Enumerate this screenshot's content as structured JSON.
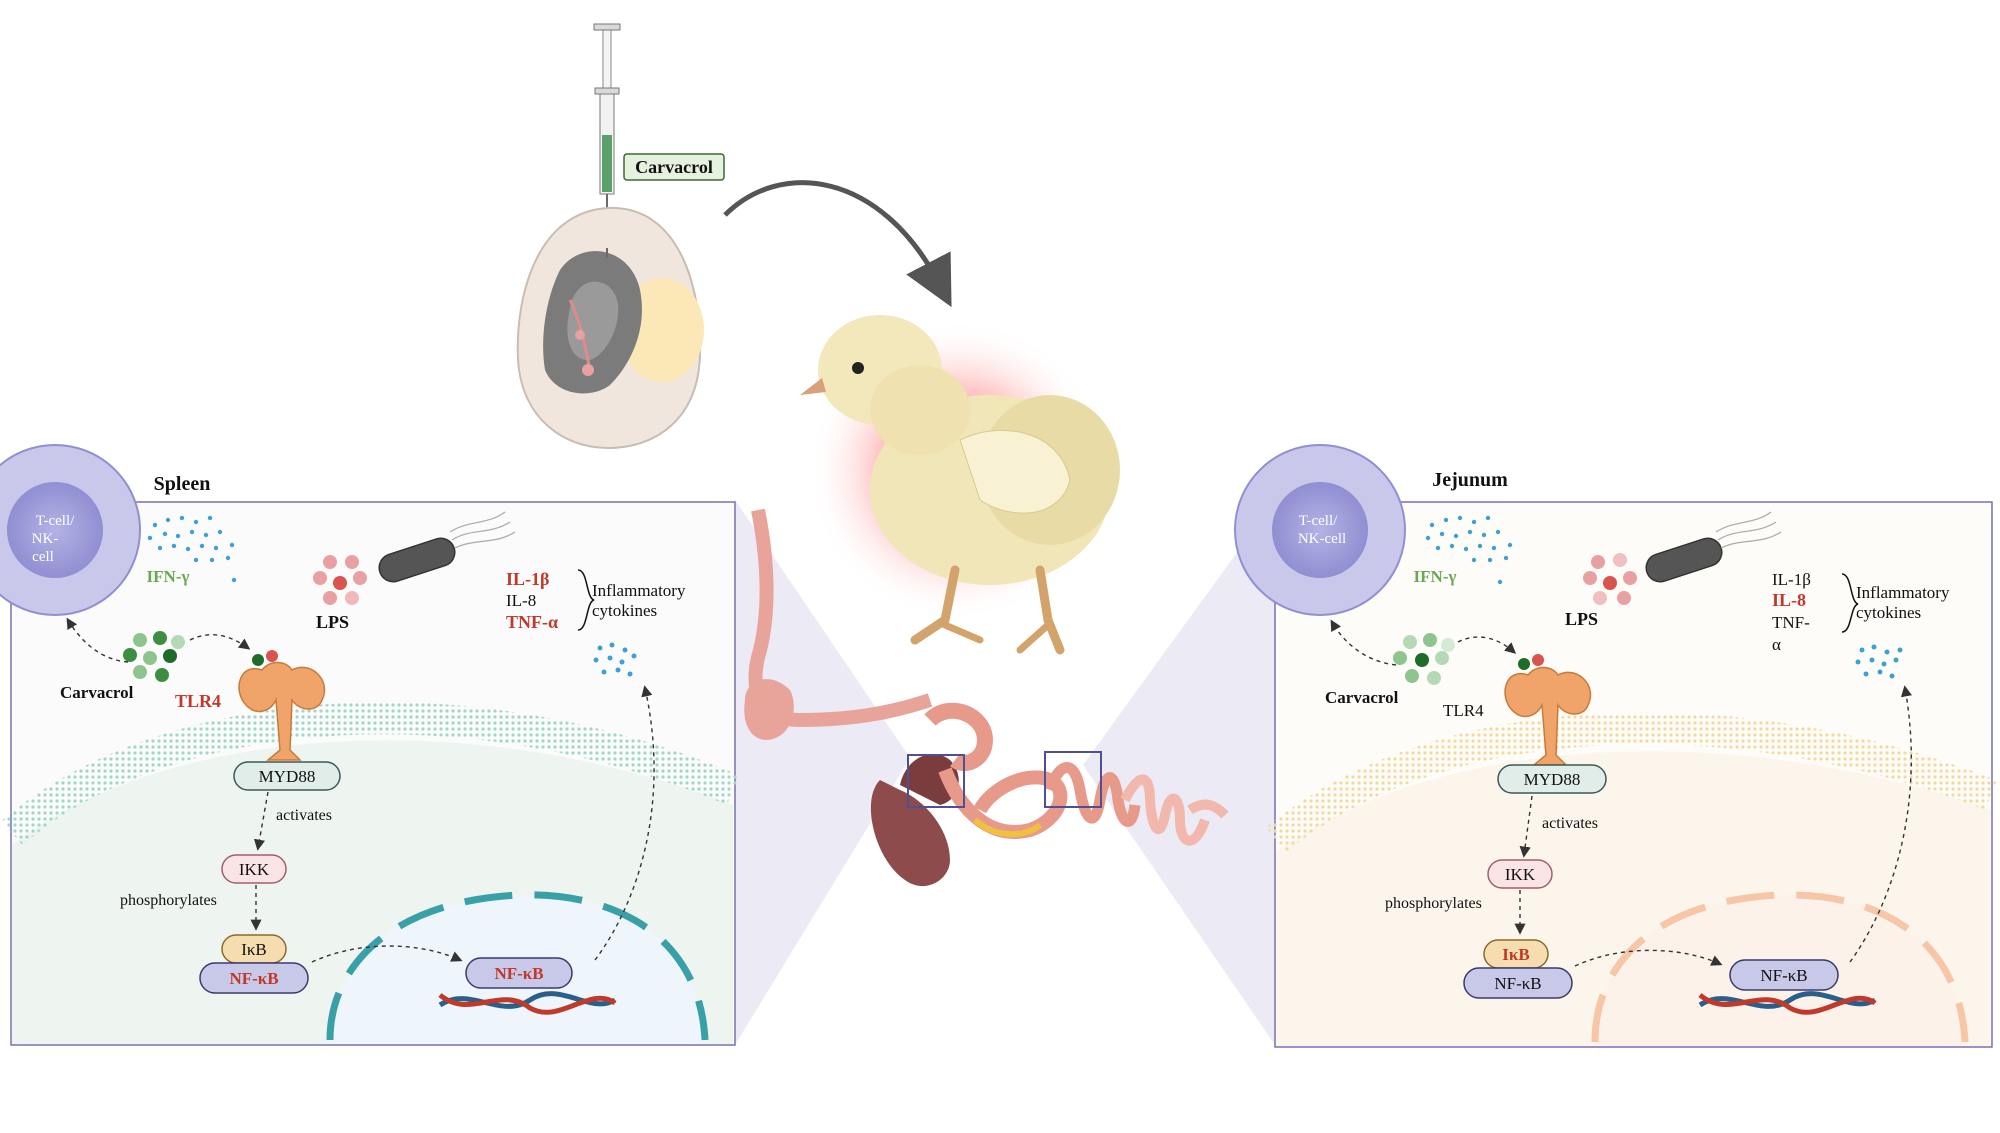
{
  "injection": {
    "label": "Carvacrol"
  },
  "spleen": {
    "title": "Spleen",
    "cell_label": [
      "T-cell/",
      "NK-",
      "cell"
    ],
    "ifn": "IFN-γ",
    "lps": "LPS",
    "cytokines": [
      "IL-1β",
      "IL-8",
      "TNF-α"
    ],
    "cytokines_group": [
      "Inflammatory",
      "cytokines"
    ],
    "carvacrol": "Carvacrol",
    "tlr4": "TLR4",
    "myd88": "MYD88",
    "activates": "activates",
    "ikk": "IKK",
    "phosphorylates": "phosphorylates",
    "ikb": "IκB",
    "nfkb_complex": "NF-κB",
    "nfkb_dna": "NF-κB"
  },
  "jejunum": {
    "title": "Jejunum",
    "cell_label": [
      "T-cell/",
      "NK-cell"
    ],
    "ifn": "IFN-γ",
    "lps": "LPS",
    "cytokines": [
      "IL-1β",
      "IL-8",
      "TNF-",
      "α"
    ],
    "cytokines_group": [
      "Inflammatory",
      "cytokines"
    ],
    "carvacrol": "Carvacrol",
    "tlr4": "TLR4",
    "myd88": "MYD88",
    "activates": "activates",
    "ikk": "IKK",
    "phosphorylates": "phosphorylates",
    "ikb": "IκB",
    "nfkb_complex": "NF-κB",
    "nfkb_dna": "NF-κB"
  },
  "colors": {
    "highlight_red": "#c0392b",
    "ifn_green": "#6aa84f",
    "panel_border": "#7b6fb0",
    "membrane_spleen": "#9fd8c8",
    "membrane_jejunum": "#f3d9a0",
    "receptor_orange": "#f0a46a"
  }
}
